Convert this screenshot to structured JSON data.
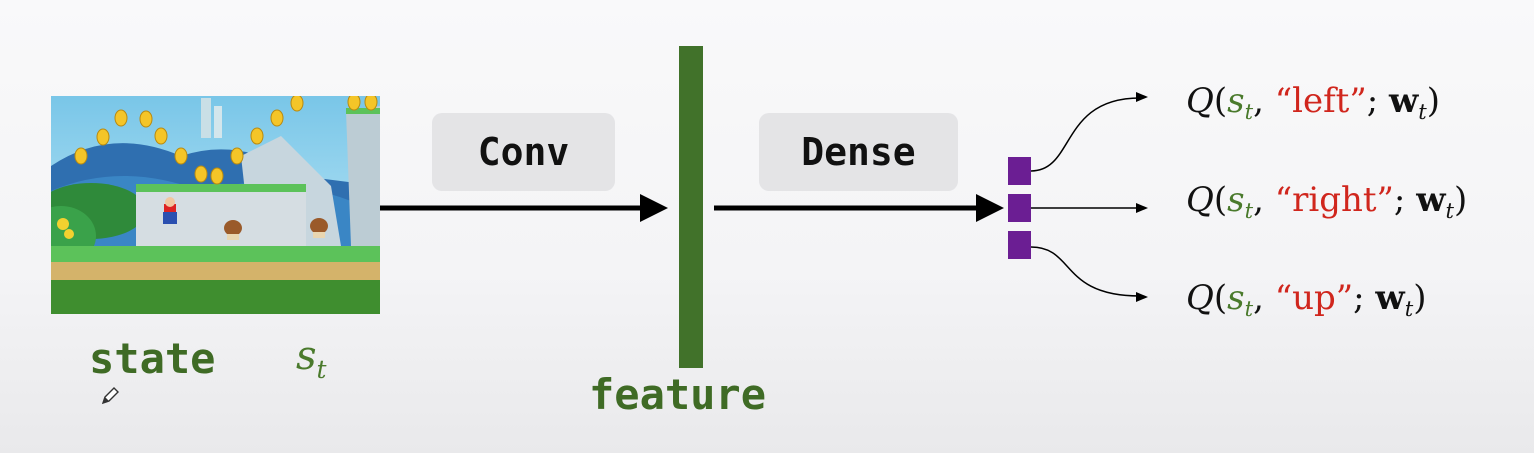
{
  "blocks": {
    "conv": "Conv",
    "dense": "Dense"
  },
  "labels": {
    "state_word": "state",
    "state_symbol": "s",
    "state_subscript": "t",
    "feature_word": "feature"
  },
  "q_values": [
    {
      "Q": "Q",
      "open": "(",
      "s": "s",
      "s_sub": "t",
      "comma": ",",
      "action": "“left”",
      "semi": ";",
      "w": "w",
      "w_sub": "t",
      "close": ")"
    },
    {
      "Q": "Q",
      "open": "(",
      "s": "s",
      "s_sub": "t",
      "comma": ",",
      "action": "“right”",
      "semi": ";",
      "w": "w",
      "w_sub": "t",
      "close": ")"
    },
    {
      "Q": "Q",
      "open": "(",
      "s": "s",
      "s_sub": "t",
      "comma": ",",
      "action": "“up”",
      "semi": ";",
      "w": "w",
      "w_sub": "t",
      "close": ")"
    }
  ],
  "colors": {
    "feature_bar": "#41722a",
    "output_squares": "#6b1e93",
    "green_text": "#3f6b25",
    "action_red": "#d0261d",
    "block_bg": "#e4e4e6"
  },
  "icons": {
    "pencil": "pencil-cursor-icon"
  }
}
